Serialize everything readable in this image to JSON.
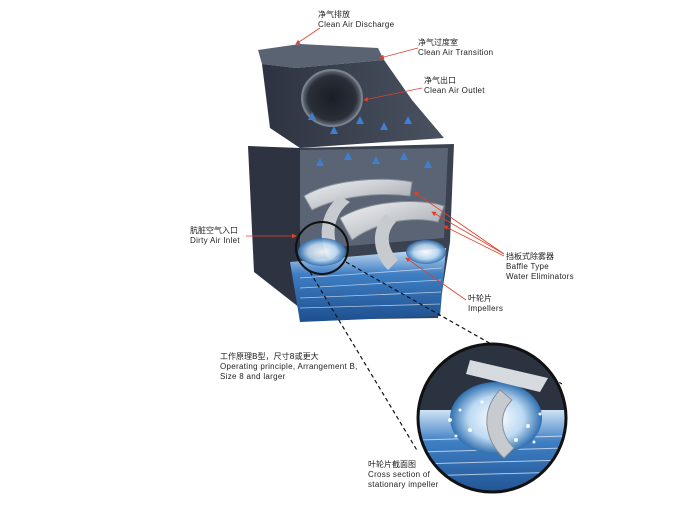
{
  "diagram": {
    "labels": {
      "clean_air_discharge": {
        "zh": "净气排放",
        "en": "Clean Air Discharge"
      },
      "clean_air_transition": {
        "zh": "净气过度室",
        "en": "Clean Air Transition"
      },
      "clean_air_outlet": {
        "zh": "净气出口",
        "en": "Clean Air Outlet"
      },
      "dirty_air_inlet": {
        "zh": "肮脏空气入口",
        "en": "Dirty Air Inlet"
      },
      "baffle_eliminators": {
        "zh": "挡板式除雾器",
        "en1": "Baffle Type",
        "en2": "Water Eliminators"
      },
      "impellers": {
        "zh": "叶轮片",
        "en": "Impellers"
      },
      "operating_principle": {
        "zh": "工作原理B型，尺寸8或更大",
        "en1": "Operating principle, Arrangement B,",
        "en2": "Size 8 and larger"
      },
      "cross_section": {
        "zh": "叶轮片截面图",
        "en1": "Cross section of",
        "en2": "stationary impeller"
      }
    },
    "colors": {
      "housing": "#3a4150",
      "housing_light": "#5a6372",
      "water": "#2f6fb0",
      "arrow_clean": "#3f7fd0",
      "arrow_dirty": "#e0402a",
      "impeller": "#cfd2d6"
    }
  }
}
